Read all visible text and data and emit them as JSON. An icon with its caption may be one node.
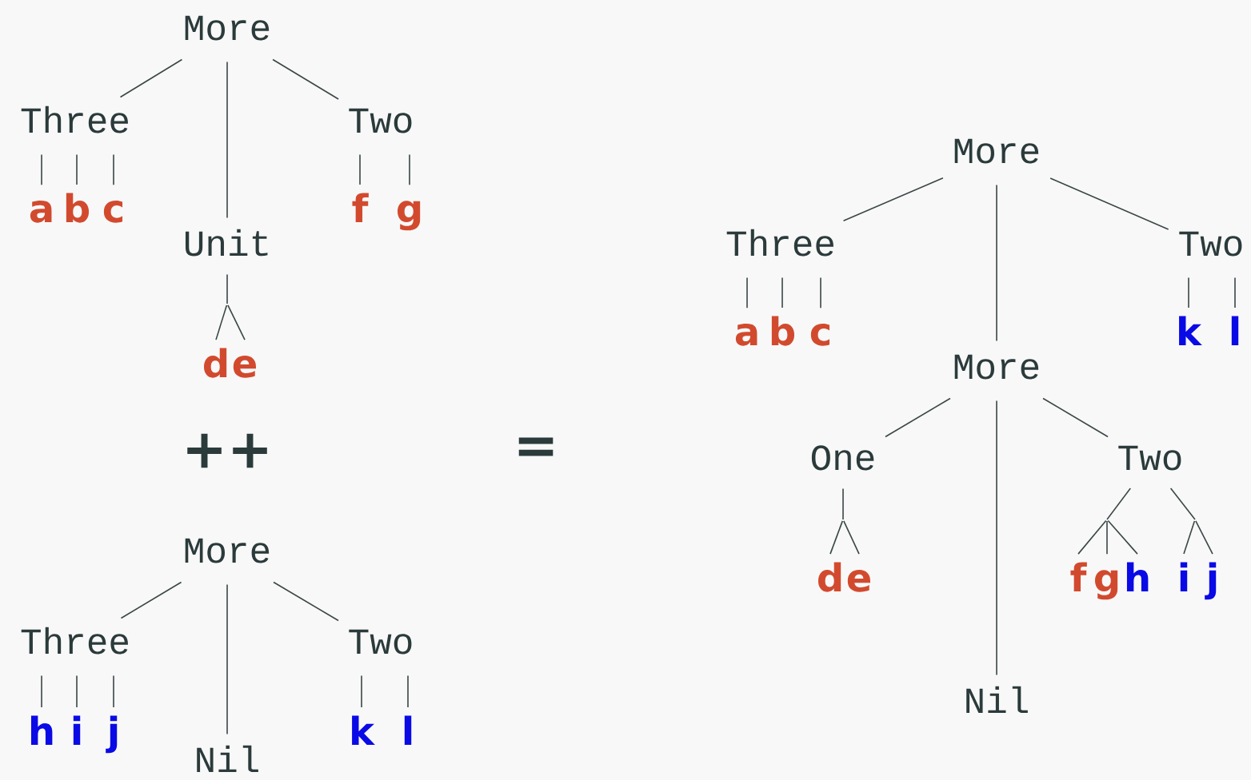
{
  "diagram": {
    "nodes": [
      {
        "text": [
          "More"
        ]
      },
      {
        "text": [
          "Three"
        ]
      },
      {
        "text": [
          "Unit"
        ]
      },
      {
        "text": [
          "Two"
        ]
      },
      {
        "text": [
          "a"
        ]
      },
      {
        "text": [
          "b"
        ]
      },
      {
        "text": [
          "c"
        ]
      },
      {
        "text": [
          "f"
        ]
      },
      {
        "text": [
          "g"
        ]
      },
      {
        "text": [
          "d"
        ]
      },
      {
        "text": [
          "e"
        ]
      },
      {
        "text": [
          "More"
        ]
      },
      {
        "text": [
          "Three"
        ]
      },
      {
        "text": [
          "Nil"
        ]
      },
      {
        "text": [
          "Two"
        ]
      },
      {
        "text": [
          "h"
        ]
      },
      {
        "text": [
          "i"
        ]
      },
      {
        "text": [
          "j"
        ]
      },
      {
        "text": [
          "k"
        ]
      },
      {
        "text": [
          "l"
        ]
      },
      {
        "text": [
          "More"
        ]
      },
      {
        "text": [
          "Three"
        ]
      },
      {
        "text": [
          "More"
        ]
      },
      {
        "text": [
          "Two"
        ]
      },
      {
        "text": [
          "a"
        ]
      },
      {
        "text": [
          "b"
        ]
      },
      {
        "text": [
          "c"
        ]
      },
      {
        "text": [
          "k"
        ]
      },
      {
        "text": [
          "l"
        ]
      },
      {
        "text": [
          "One"
        ]
      },
      {
        "text": [
          "Nil"
        ]
      },
      {
        "text": [
          "Two"
        ]
      },
      {
        "text": [
          "d"
        ]
      },
      {
        "text": [
          "e"
        ]
      },
      {
        "text": [
          "f"
        ]
      },
      {
        "text": [
          "g"
        ]
      },
      {
        "text": [
          "h"
        ]
      },
      {
        "text": [
          "i"
        ]
      },
      {
        "text": [
          "j"
        ]
      }
    ],
    "edges": [
      {
        "from": 0,
        "to": 1,
        "arrow": "none"
      },
      {
        "from": 0,
        "to": 2,
        "arrow": "none"
      },
      {
        "from": 0,
        "to": 3,
        "arrow": "none"
      },
      {
        "from": 1,
        "to": 4,
        "arrow": "none"
      },
      {
        "from": 1,
        "to": 5,
        "arrow": "none"
      },
      {
        "from": 1,
        "to": 6,
        "arrow": "none"
      },
      {
        "from": 3,
        "to": 7,
        "arrow": "none"
      },
      {
        "from": 3,
        "to": 8,
        "arrow": "none"
      },
      {
        "from": 2,
        "to": 9,
        "arrow": "none"
      },
      {
        "from": 2,
        "to": 10,
        "arrow": "none"
      },
      {
        "from": 11,
        "to": 12,
        "arrow": "none"
      },
      {
        "from": 11,
        "to": 13,
        "arrow": "none"
      },
      {
        "from": 11,
        "to": 14,
        "arrow": "none"
      },
      {
        "from": 12,
        "to": 15,
        "arrow": "none"
      },
      {
        "from": 12,
        "to": 16,
        "arrow": "none"
      },
      {
        "from": 12,
        "to": 17,
        "arrow": "none"
      },
      {
        "from": 14,
        "to": 18,
        "arrow": "none"
      },
      {
        "from": 14,
        "to": 19,
        "arrow": "none"
      },
      {
        "from": 20,
        "to": 21,
        "arrow": "none"
      },
      {
        "from": 20,
        "to": 22,
        "arrow": "none"
      },
      {
        "from": 20,
        "to": 23,
        "arrow": "none"
      },
      {
        "from": 21,
        "to": 24,
        "arrow": "none"
      },
      {
        "from": 21,
        "to": 25,
        "arrow": "none"
      },
      {
        "from": 21,
        "to": 26,
        "arrow": "none"
      },
      {
        "from": 23,
        "to": 27,
        "arrow": "none"
      },
      {
        "from": 23,
        "to": 28,
        "arrow": "none"
      },
      {
        "from": 22,
        "to": 29,
        "arrow": "none"
      },
      {
        "from": 22,
        "to": 30,
        "arrow": "none"
      },
      {
        "from": 22,
        "to": 31,
        "arrow": "none"
      },
      {
        "from": 29,
        "to": 32,
        "arrow": "none"
      },
      {
        "from": 29,
        "to": 33,
        "arrow": "none"
      },
      {
        "from": 31,
        "to": 34,
        "arrow": "none"
      },
      {
        "from": 31,
        "to": 35,
        "arrow": "none"
      },
      {
        "from": 31,
        "to": 36,
        "arrow": "none"
      },
      {
        "from": 31,
        "to": 37,
        "arrow": "none"
      },
      {
        "from": 31,
        "to": 38,
        "arrow": "none"
      }
    ],
    "labels": [
      "++",
      "="
    ]
  }
}
